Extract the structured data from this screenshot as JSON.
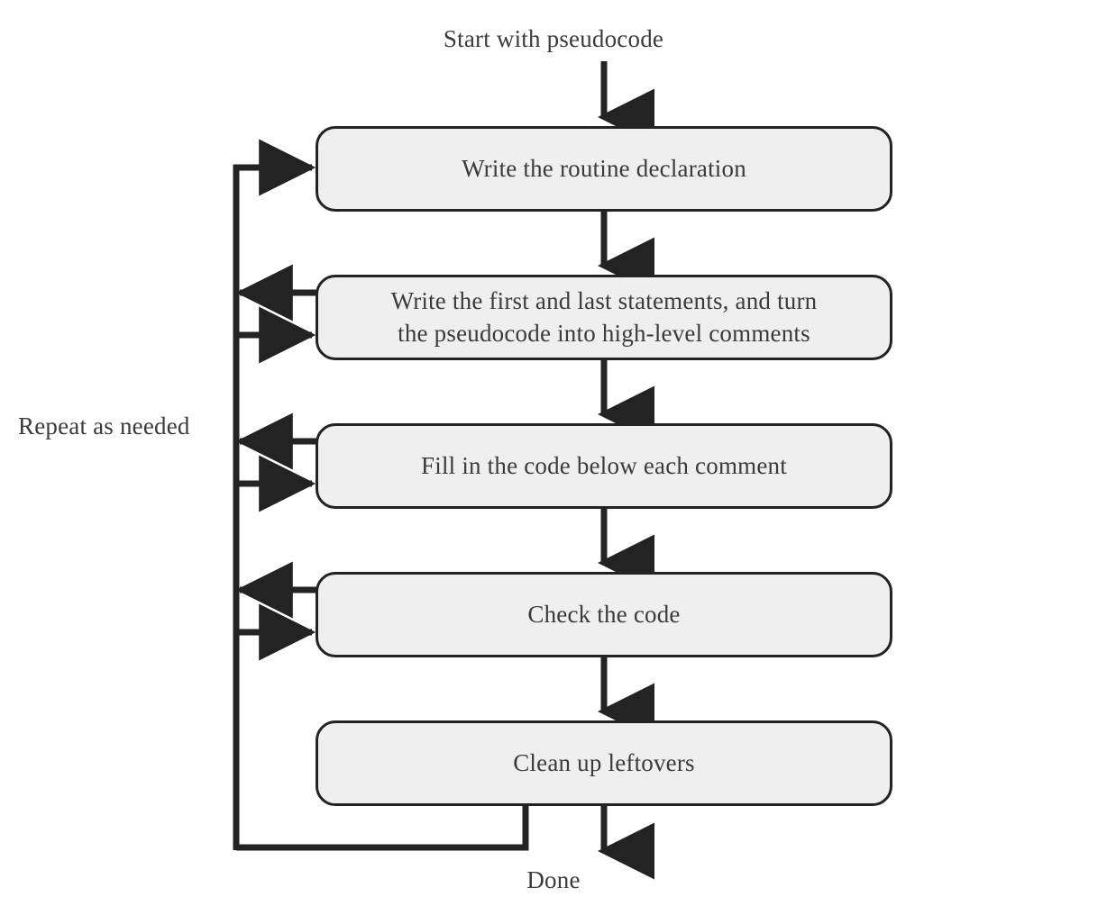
{
  "diagram": {
    "title_label": "Start with pseudocode",
    "end_label": "Done",
    "loop_label": "Repeat as needed",
    "colors": {
      "box_fill": "#efefef",
      "box_stroke": "#232323",
      "text": "#3b3b3b",
      "connector": "#232323",
      "background": "#ffffff"
    },
    "nodes": [
      {
        "id": "write-routine-declaration",
        "lines": [
          "Write the routine declaration"
        ]
      },
      {
        "id": "write-first-last-statements",
        "lines": [
          "Write the first and last statements, and turn",
          "the pseudocode into high-level comments"
        ]
      },
      {
        "id": "fill-in-code",
        "lines": [
          "Fill in the code below each comment"
        ]
      },
      {
        "id": "check-the-code",
        "lines": [
          "Check the code"
        ]
      },
      {
        "id": "clean-up-leftovers",
        "lines": [
          "Clean up leftovers"
        ]
      }
    ]
  },
  "chart_data": {
    "type": "diagram",
    "subtype": "flowchart",
    "title": "Start with pseudocode",
    "nodes": [
      "Write the routine declaration",
      "Write the first and last statements, and turn the pseudocode into high-level comments",
      "Fill in the code below each comment",
      "Check the code",
      "Clean up leftovers"
    ],
    "entry": "Start with pseudocode",
    "exit": "Done",
    "loop_annotation": "Repeat as needed",
    "edges": [
      {
        "from": "Start with pseudocode",
        "to": "Write the routine declaration",
        "kind": "down-arrow"
      },
      {
        "from": "Write the routine declaration",
        "to": "Write the first and last statements, and turn the pseudocode into high-level comments",
        "kind": "down-arrow"
      },
      {
        "from": "Write the first and last statements, and turn the pseudocode into high-level comments",
        "to": "Fill in the code below each comment",
        "kind": "down-arrow"
      },
      {
        "from": "Fill in the code below each comment",
        "to": "Check the code",
        "kind": "down-arrow"
      },
      {
        "from": "Check the code",
        "to": "Clean up leftovers",
        "kind": "down-arrow"
      },
      {
        "from": "Clean up leftovers",
        "to": "Done",
        "kind": "down-arrow"
      },
      {
        "from": "loop-spine",
        "to": "Write the routine declaration",
        "kind": "left-spine-in"
      },
      {
        "from": "Write the first and last statements, and turn the pseudocode into high-level comments",
        "to": "loop-spine",
        "kind": "left-spine-out"
      },
      {
        "from": "loop-spine",
        "to": "Write the first and last statements, and turn the pseudocode into high-level comments",
        "kind": "left-spine-in"
      },
      {
        "from": "Fill in the code below each comment",
        "to": "loop-spine",
        "kind": "left-spine-out"
      },
      {
        "from": "loop-spine",
        "to": "Fill in the code below each comment",
        "kind": "left-spine-in"
      },
      {
        "from": "Check the code",
        "to": "loop-spine",
        "kind": "left-spine-out"
      },
      {
        "from": "loop-spine",
        "to": "Check the code",
        "kind": "left-spine-in"
      },
      {
        "from": "Clean up leftovers",
        "to": "loop-spine",
        "kind": "bottom-return"
      }
    ]
  }
}
